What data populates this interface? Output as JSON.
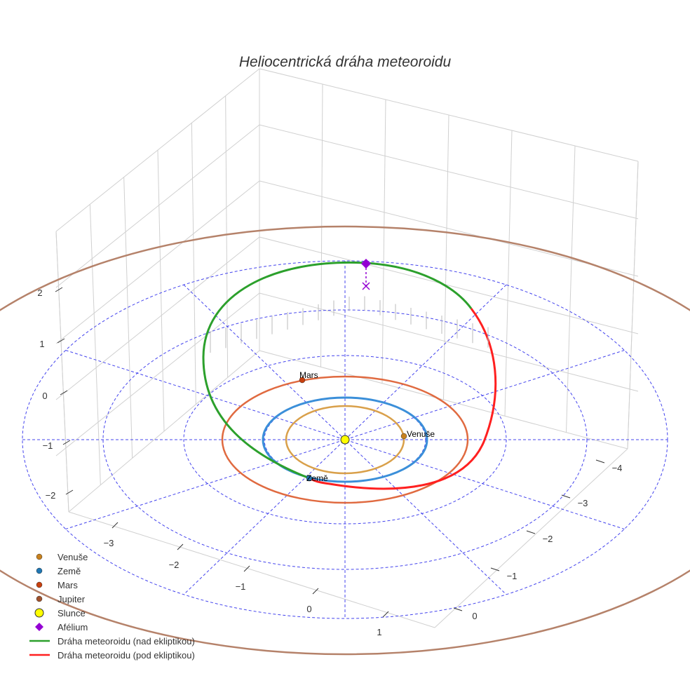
{
  "chart_data": {
    "type": "scatter3d",
    "title": "Heliocentrická dráha meteoroidu",
    "axes": {
      "x": {
        "ticks": [
          "−3",
          "−2",
          "−1",
          "0",
          "1"
        ]
      },
      "y": {
        "ticks": [
          "−4",
          "−3",
          "−2",
          "−1",
          "0"
        ]
      },
      "z": {
        "ticks": [
          "2",
          "1",
          "0",
          "−1",
          "−2"
        ]
      }
    },
    "bodies": [
      {
        "name": "Venuše",
        "color": "#c8811e",
        "orbit_color": "#d9a04a",
        "orbit_radius_au": 0.72
      },
      {
        "name": "Země",
        "color": "#1f77b4",
        "orbit_color": "#3b8fd9",
        "orbit_radius_au": 1.0
      },
      {
        "name": "Mars",
        "color": "#c8400e",
        "orbit_color": "#e06a40",
        "orbit_radius_au": 1.52
      },
      {
        "name": "Jupiter",
        "color": "#a0522d",
        "orbit_color": "#b5826a",
        "orbit_radius_au": 5.2
      },
      {
        "name": "Slunce",
        "color": "#ffff00"
      }
    ],
    "aphelion": {
      "name": "Afélium",
      "color": "#9400d3"
    },
    "meteoroid_orbit": [
      {
        "name": "Dráha meteoroidu (nad ekliptikou)",
        "color": "#2ca02c"
      },
      {
        "name": "Dráha meteoroidu (pod ekliptikou)",
        "color": "#ff2020"
      }
    ],
    "ecliptic_grid_color": "#4444ee",
    "legend_position": "bottom-left"
  }
}
